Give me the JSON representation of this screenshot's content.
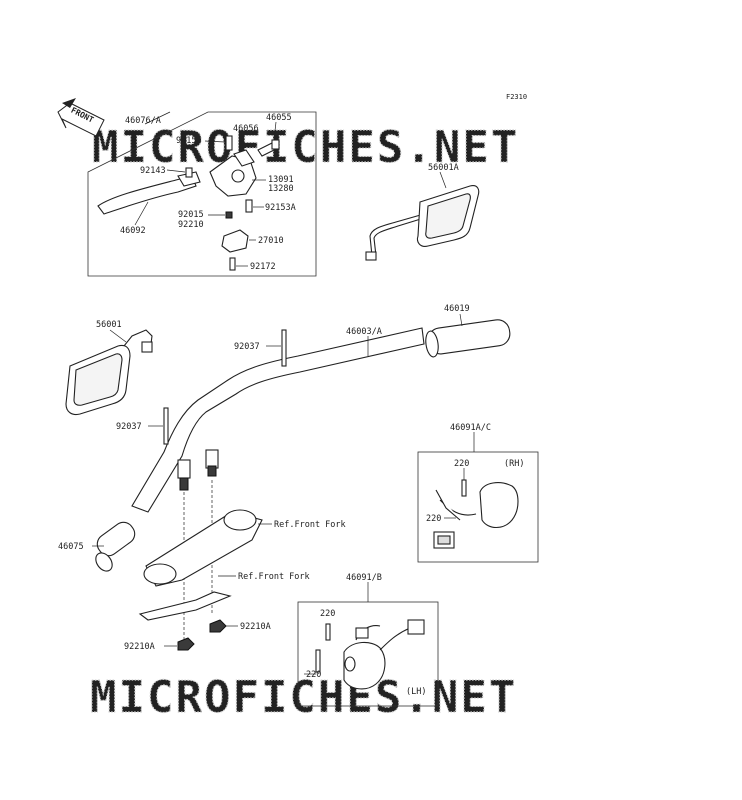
{
  "figure_code": "F2310",
  "front_arrow_label": "FRONT",
  "watermark": "MICROFICHES.NET",
  "ref_labels": [
    "Ref.Front Fork",
    "Ref.Front Fork"
  ],
  "side_labels": {
    "rh": "(RH)",
    "lh": "(LH)"
  },
  "parts": {
    "lever_assembly": "46076/A",
    "bolt_46055": "46055",
    "bolt_92153": "92153",
    "bracket_46056": "46056",
    "pin_92143": "92143",
    "nut_13091": "13091",
    "plate_13280": "13280",
    "screw_92153a": "92153A",
    "washer_92015": "92015",
    "nut_92210": "92210",
    "lever_46092": "46092",
    "clamp_27010": "27010",
    "bolt_92172": "92172",
    "mirror_right": "56001A",
    "mirror_left": "56001",
    "grip_right": "46019",
    "handlebar": "46003/A",
    "clamp_bolt_upper": "92037",
    "clamp_bolt_lower": "92037",
    "grip_left": "46075",
    "switch_right": "46091A/C",
    "screw_220_rh_top": "220",
    "screw_220_rh_bottom": "220",
    "switch_left": "46091/B",
    "screw_220_lh_top": "220",
    "screw_220_lh_bottom": "220",
    "nut_92210a_right": "92210A",
    "nut_92210a_left": "92210A"
  }
}
